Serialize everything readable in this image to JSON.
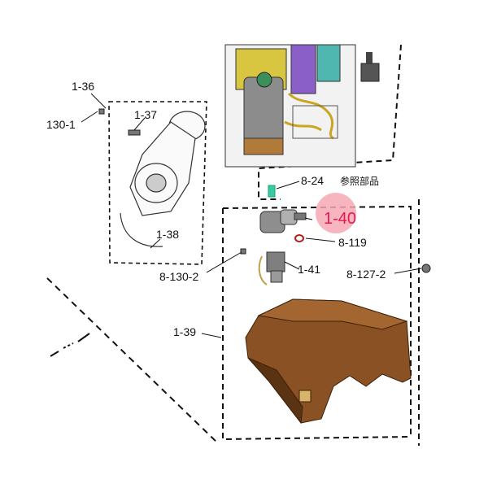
{
  "labels": {
    "l_1_36": "1-36",
    "l_130_1": "130-1",
    "l_1_37": "1-37",
    "l_1_38": "1-38",
    "l_8_24": "8-24",
    "l_ref": "参照部品",
    "l_1_40": "1-40",
    "l_8_119": "8-119",
    "l_1_41": "1-41",
    "l_8_130_2": "8-130-2",
    "l_8_127_2": "8-127-2",
    "l_1_39": "1-39"
  },
  "colors": {
    "highlight_fill": "#f6a9b4",
    "highlight_text": "#e8164e",
    "tray_brown": "#8a5224",
    "tray_dark": "#5a3312",
    "line": "#111111"
  },
  "icons": {
    "blower": "blower-fan-assembly-icon",
    "heater": "heater-tank-assembly-icon",
    "pump": "pump-motor-icon",
    "valve": "solenoid-valve-icon",
    "tray": "drain-tray-icon"
  }
}
